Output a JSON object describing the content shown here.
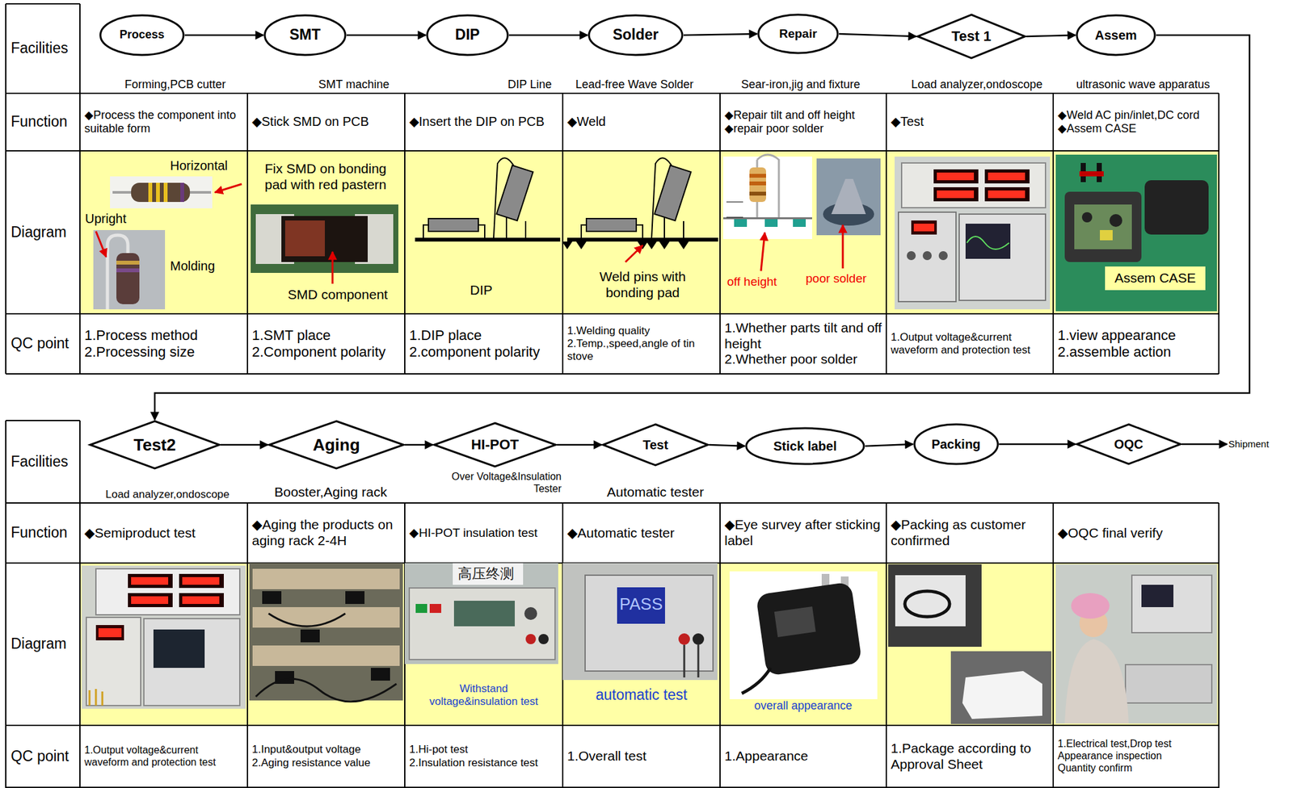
{
  "diagram": {
    "nodes": [
      {
        "text": [
          "Process"
        ]
      },
      {
        "text": [
          "SMT"
        ]
      },
      {
        "text": [
          "DIP"
        ]
      },
      {
        "text": [
          "Solder"
        ]
      },
      {
        "text": [
          "Repair"
        ]
      },
      {
        "text": [
          "Test 1"
        ]
      },
      {
        "text": [
          "Assem"
        ]
      },
      {
        "text": [
          "Test2"
        ]
      },
      {
        "text": [
          "Aging"
        ]
      },
      {
        "text": [
          "HI-POT"
        ]
      },
      {
        "text": [
          "Test"
        ]
      },
      {
        "text": [
          "Stick label"
        ]
      },
      {
        "text": [
          "Packing"
        ]
      },
      {
        "text": [
          "OQC"
        ]
      }
    ],
    "edges": [
      {
        "from": 0,
        "to": 1,
        "arrow": "to"
      },
      {
        "from": 1,
        "to": 2,
        "arrow": "to"
      },
      {
        "from": 2,
        "to": 3,
        "arrow": "to"
      },
      {
        "from": 3,
        "to": 4,
        "arrow": "to"
      },
      {
        "from": 4,
        "to": 5,
        "arrow": "to"
      },
      {
        "from": 5,
        "to": 6,
        "arrow": "to"
      },
      {
        "from": 6,
        "to": 7,
        "arrow": "to"
      },
      {
        "from": 7,
        "to": 8,
        "arrow": "to"
      },
      {
        "from": 8,
        "to": 9,
        "arrow": "to"
      },
      {
        "from": 9,
        "to": 10,
        "arrow": "to"
      },
      {
        "from": 10,
        "to": 11,
        "arrow": "to"
      },
      {
        "from": 11,
        "to": 12,
        "arrow": "to"
      },
      {
        "from": 12,
        "to": 13,
        "arrow": "to"
      }
    ],
    "labels": [
      "Facilities",
      "Forming,PCB cutter",
      "SMT machine",
      "DIP Line",
      "Lead-free Wave Solder",
      "Sear-iron,jig and fixture",
      "Load analyzer,ondoscope",
      "ultrasonic wave apparatus",
      "Function",
      "◆Process the component into suitable form",
      "◆Stick SMD on PCB",
      "◆Insert the DIP on PCB",
      "◆Weld",
      "◆Repair tilt and off height",
      "◆repair poor solder",
      "◆Test",
      "◆Weld AC pin/inlet,DC cord",
      "◆Assem CASE",
      "Diagram",
      "Horizontal",
      "Upright",
      "Molding",
      "Fix SMD on bonding pad with red pastern",
      "SMD component",
      "DIP",
      "Weld pins with bonding pad",
      "off height",
      "poor solder",
      "Assem CASE",
      "QC point",
      "1.Process method",
      "2.Processing size",
      "1.SMT place",
      "2.Component polarity",
      "1.DIP place",
      "2.component polarity",
      "1.Welding quality",
      "2.Temp.,speed,angle of tin stove",
      "1.Whether parts tilt and off height",
      "2.Whether poor solder",
      "1.Output voltage&current waveform and protection test",
      "1.view appearance",
      "2.assemble action",
      "Facilities",
      "Load analyzer,ondoscope",
      "Booster,Aging rack",
      "Over Voltage&Insulation Tester",
      "Automatic tester",
      "Shipment",
      "Function",
      "◆Semiproduct test",
      "◆Aging the products on aging rack 2-4H",
      "◆HI-POT insulation test",
      "◆Automatic tester",
      "◆Eye survey after sticking label",
      "◆Packing as customer confirmed",
      "◆OQC final verify",
      "Diagram",
      "高压终测",
      "Withstand voltage&insulation test",
      "PASS",
      "automatic test",
      "overall appearance",
      "QC point",
      "1.Output voltage&current waveform and protection test",
      "1.Input&output voltage",
      "2.Aging resistance value",
      "1.Hi-pot test",
      "2.Insulation resistance test",
      "1.Overall test",
      "1.Appearance",
      "1.Package according to Approval Sheet",
      "1.Electrical test,Drop test",
      "Appearance inspection",
      "Quantity confirm"
    ]
  }
}
